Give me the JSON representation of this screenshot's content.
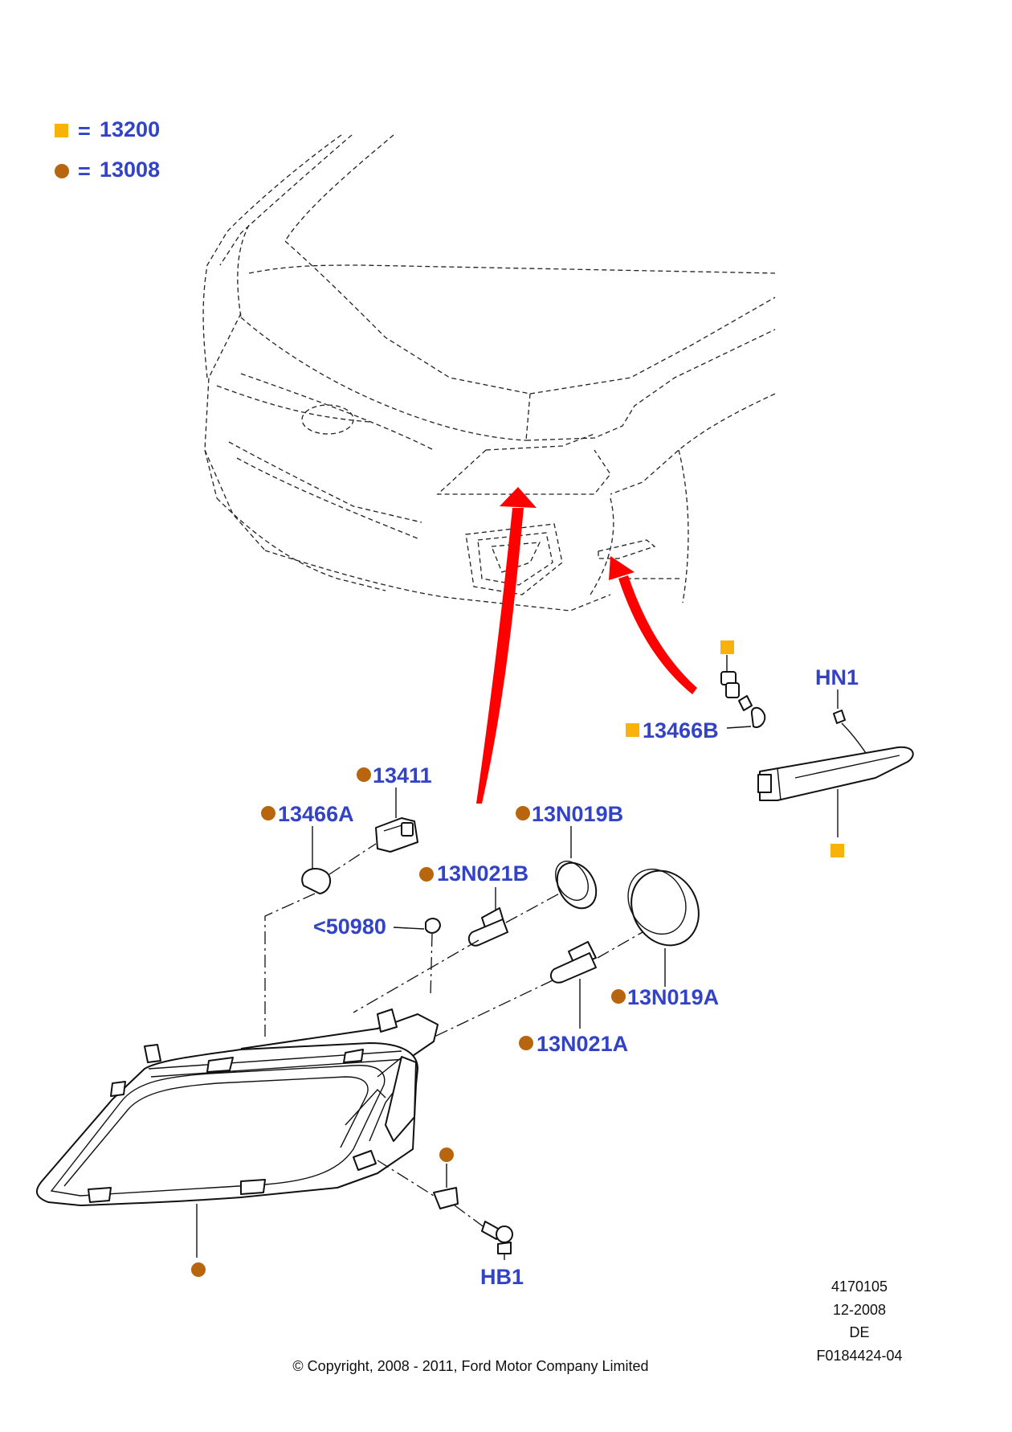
{
  "legend": [
    {
      "symbol": "square",
      "eq": "=",
      "code": "13200"
    },
    {
      "symbol": "circle",
      "eq": "=",
      "code": "13008"
    }
  ],
  "labels": {
    "hn1": "HN1",
    "p13466b": "13466B",
    "p13411": "13411",
    "p13466a": "13466A",
    "p13n019b": "13N019B",
    "p13n021b": "13N021B",
    "p50980": "<50980",
    "p13n019a": "13N019A",
    "p13n021a": "13N021A",
    "hb1": "HB1"
  },
  "info": {
    "line1": "4170105",
    "line2": "12-2008",
    "line3": "DE",
    "line4": "F0184424-04"
  },
  "copyright": "© Copyright, 2008 - 2011, Ford Motor Company Limited",
  "colors": {
    "label_blue": "#3243c8",
    "circle_marker": "#b8650f",
    "square_marker": "#f8b20a",
    "arrow_red": "#ff0000"
  }
}
